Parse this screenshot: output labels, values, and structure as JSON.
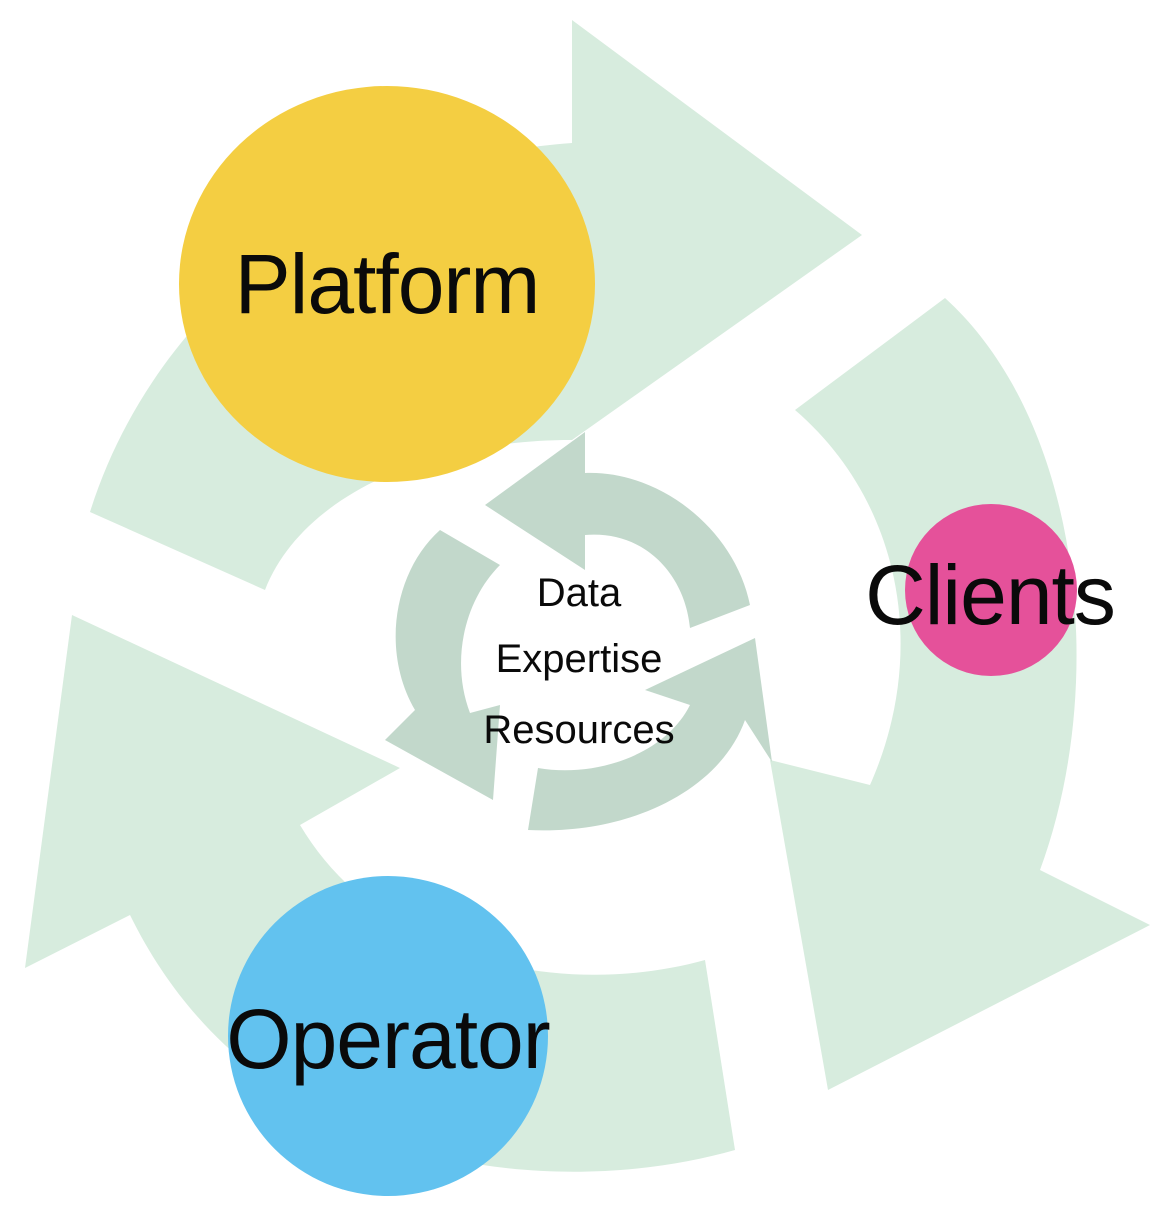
{
  "nodes": [
    {
      "id": "platform",
      "label": "Platform",
      "color": "#F4CE42"
    },
    {
      "id": "clients",
      "label": "Clients",
      "color": "#E5519A"
    },
    {
      "id": "operator",
      "label": "Operator",
      "color": "#62C2EF"
    }
  ],
  "center": {
    "lines": [
      "Data",
      "Expertise",
      "Resources"
    ]
  },
  "colors": {
    "outer_arrows": "#D7ECDE",
    "inner_arrows": "#C2D8CB",
    "background": "#FFFFFF"
  }
}
